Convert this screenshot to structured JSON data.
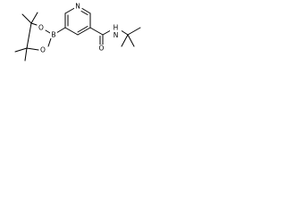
{
  "molecule": {
    "atoms": {
      "pyridine_n": "N",
      "boron": "B",
      "oxygen_upper": "O",
      "oxygen_lower": "O",
      "carbonyl_o": "O",
      "amide_n": "N",
      "amide_h": "H"
    }
  }
}
